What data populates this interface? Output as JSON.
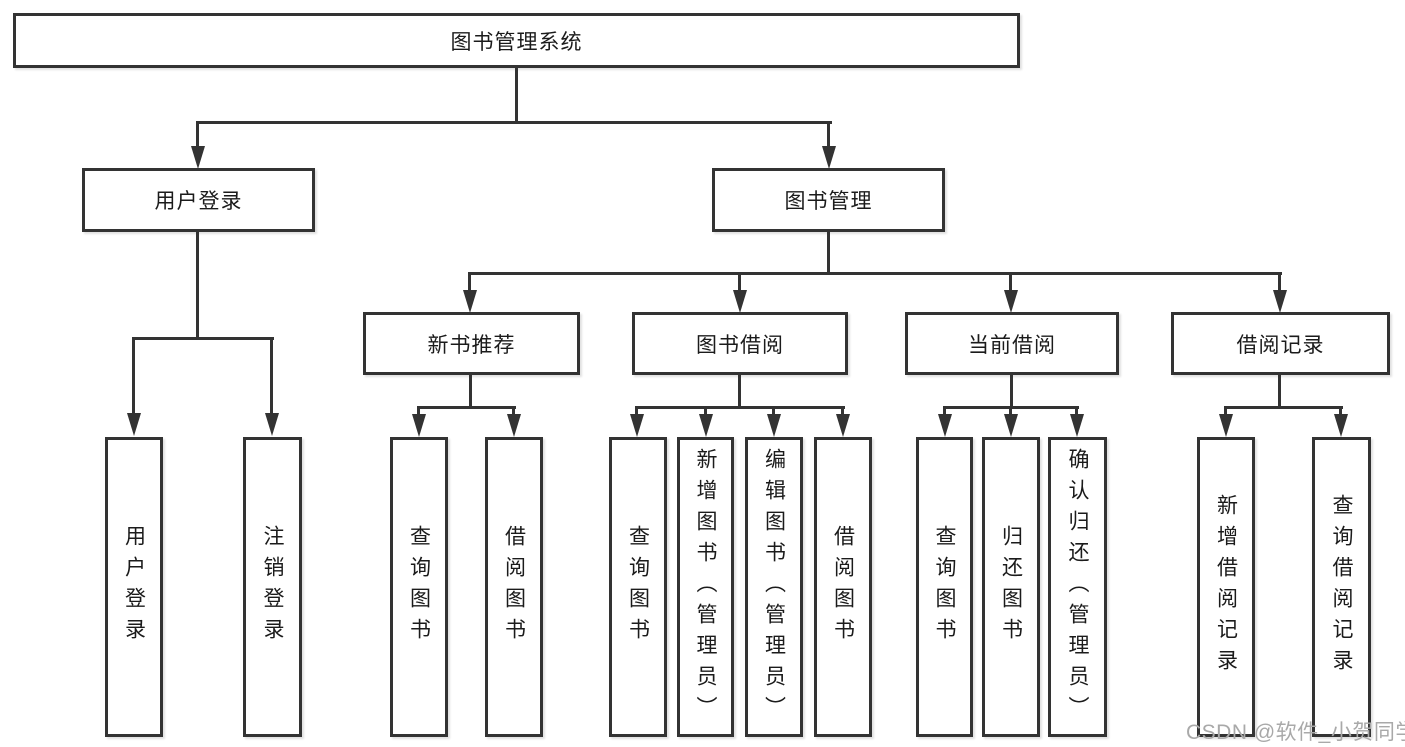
{
  "diagram": {
    "title": "图书管理系统",
    "root": {
      "label": "图书管理系统"
    },
    "branches": [
      {
        "label": "用户登录",
        "children": [
          {
            "label": "用户登录"
          },
          {
            "label": "注销登录"
          }
        ]
      },
      {
        "label": "图书管理",
        "children": [
          {
            "label": "新书推荐",
            "children": [
              {
                "label": "查询图书"
              },
              {
                "label": "借阅图书"
              }
            ]
          },
          {
            "label": "图书借阅",
            "children": [
              {
                "label": "查询图书"
              },
              {
                "label": "新增图书（管理员）"
              },
              {
                "label": "编辑图书（管理员）"
              },
              {
                "label": "借阅图书"
              }
            ]
          },
          {
            "label": "当前借阅",
            "children": [
              {
                "label": "查询图书"
              },
              {
                "label": "归还图书"
              },
              {
                "label": "确认归还（管理员）"
              }
            ]
          },
          {
            "label": "借阅记录",
            "children": [
              {
                "label": "新增借阅记录"
              },
              {
                "label": "查询借阅记录"
              }
            ]
          }
        ]
      }
    ],
    "watermark": "CSDN @软件_小贺同学",
    "colors": {
      "line": "#333333",
      "box_border": "#333333",
      "box_fill": "#ffffff",
      "text": "#1b1b1b",
      "watermark": "#a9a9a9"
    }
  }
}
